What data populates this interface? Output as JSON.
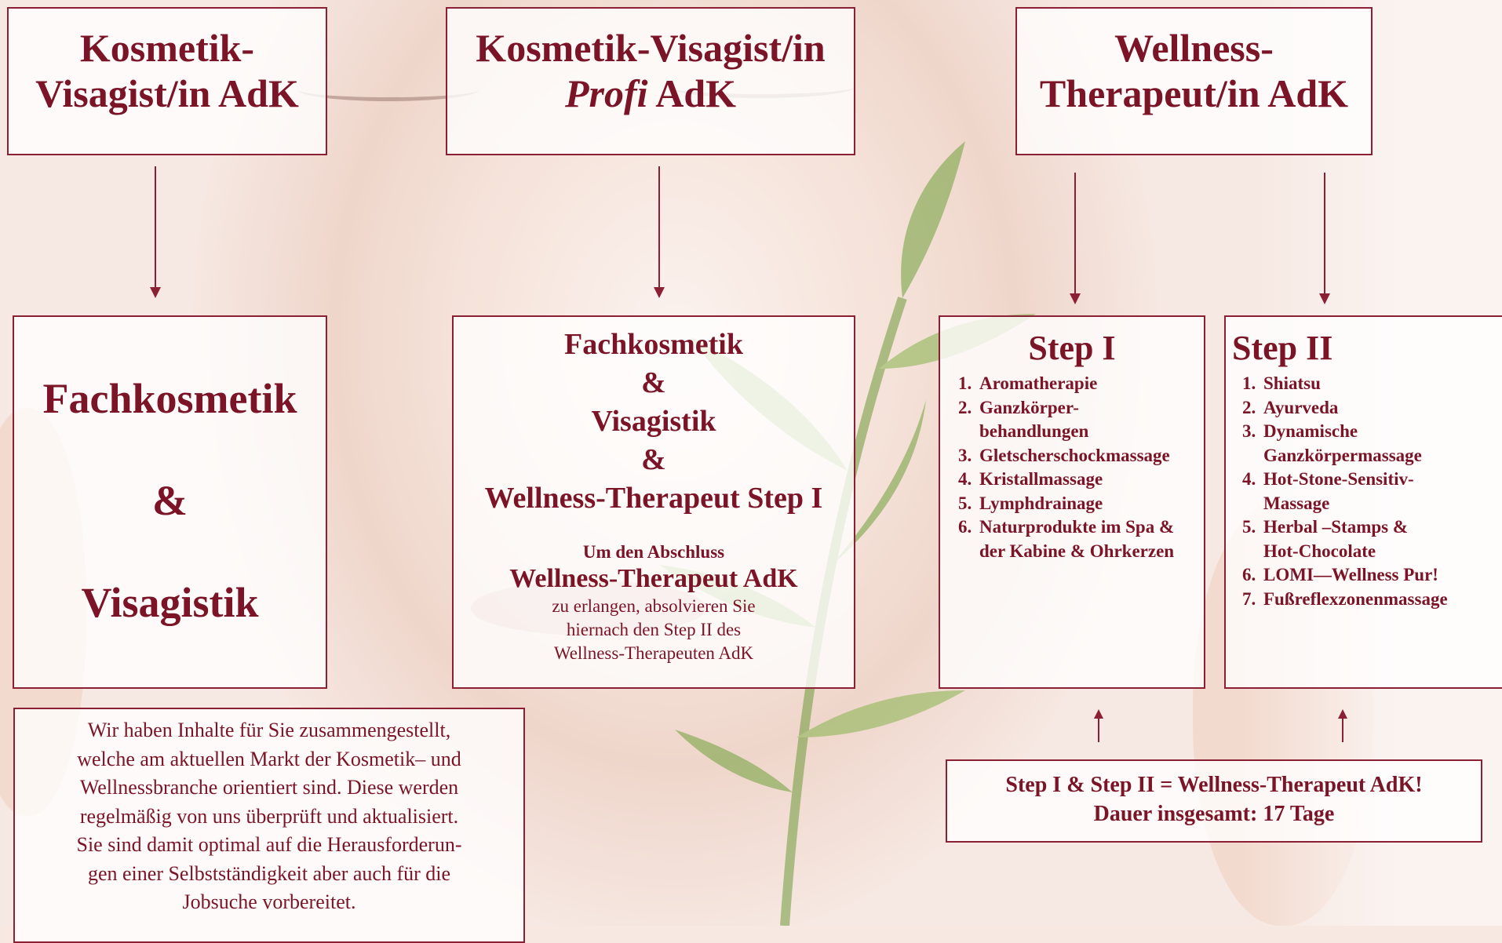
{
  "colors": {
    "accent": "#7a1426",
    "border": "#8b1f34",
    "box_fill": "#ffffff"
  },
  "top_boxes": [
    {
      "line1": "Kosmetik-",
      "line2": "Visagist/in AdK"
    },
    {
      "line1": "Kosmetik-Visagist/in",
      "line2_em": "Profi",
      "line2_rest": " AdK"
    },
    {
      "line1": "Wellness-",
      "line2": "Therapeut/in AdK"
    }
  ],
  "course_box": {
    "line1": "Fachkosmetik",
    "amp": "&",
    "line2": "Visagistik"
  },
  "profi_box": {
    "lines": [
      "Fachkosmetik",
      "&",
      "Visagistik",
      "&",
      "Wellness-Therapeut Step I"
    ],
    "note_intro": "Um den Abschluss",
    "note_title": "Wellness-Therapeut AdK",
    "note_lines": [
      "zu erlangen, absolvieren Sie",
      "hiernach den Step II des",
      "Wellness-Therapeuten AdK"
    ]
  },
  "step1": {
    "title": "Step I",
    "items": [
      "Aromatherapie",
      "Ganzkörper-behandlungen",
      "Gletscherschockmassage",
      "Kristallmassage",
      "Lymphdrainage",
      "Naturprodukte im Spa & der Kabine & Ohrkerzen"
    ]
  },
  "step2": {
    "title": "Step II",
    "items": [
      "Shiatsu",
      "Ayurveda",
      "Dynamische Ganzkörpermassage",
      "Hot-Stone-Sensitiv-Massage",
      "Herbal –Stamps & Hot-Chocolate",
      "LOMI—Wellness Pur!",
      "Fußreflexzonenmassage"
    ]
  },
  "summary": {
    "line1": "Step I & Step II = Wellness-Therapeut AdK!",
    "line2": "Dauer insgesamt: 17 Tage"
  },
  "info_text": [
    "Wir haben Inhalte für Sie zusammengestellt,",
    "welche am aktuellen Markt der Kosmetik– und",
    "Wellnessbranche orientiert sind. Diese werden",
    "regelmäßig von uns überprüft und aktualisiert.",
    "Sie sind damit optimal auf die Herausforderun-",
    "gen einer Selbstständigkeit aber auch für die",
    "Jobsuche vorbereitet."
  ]
}
